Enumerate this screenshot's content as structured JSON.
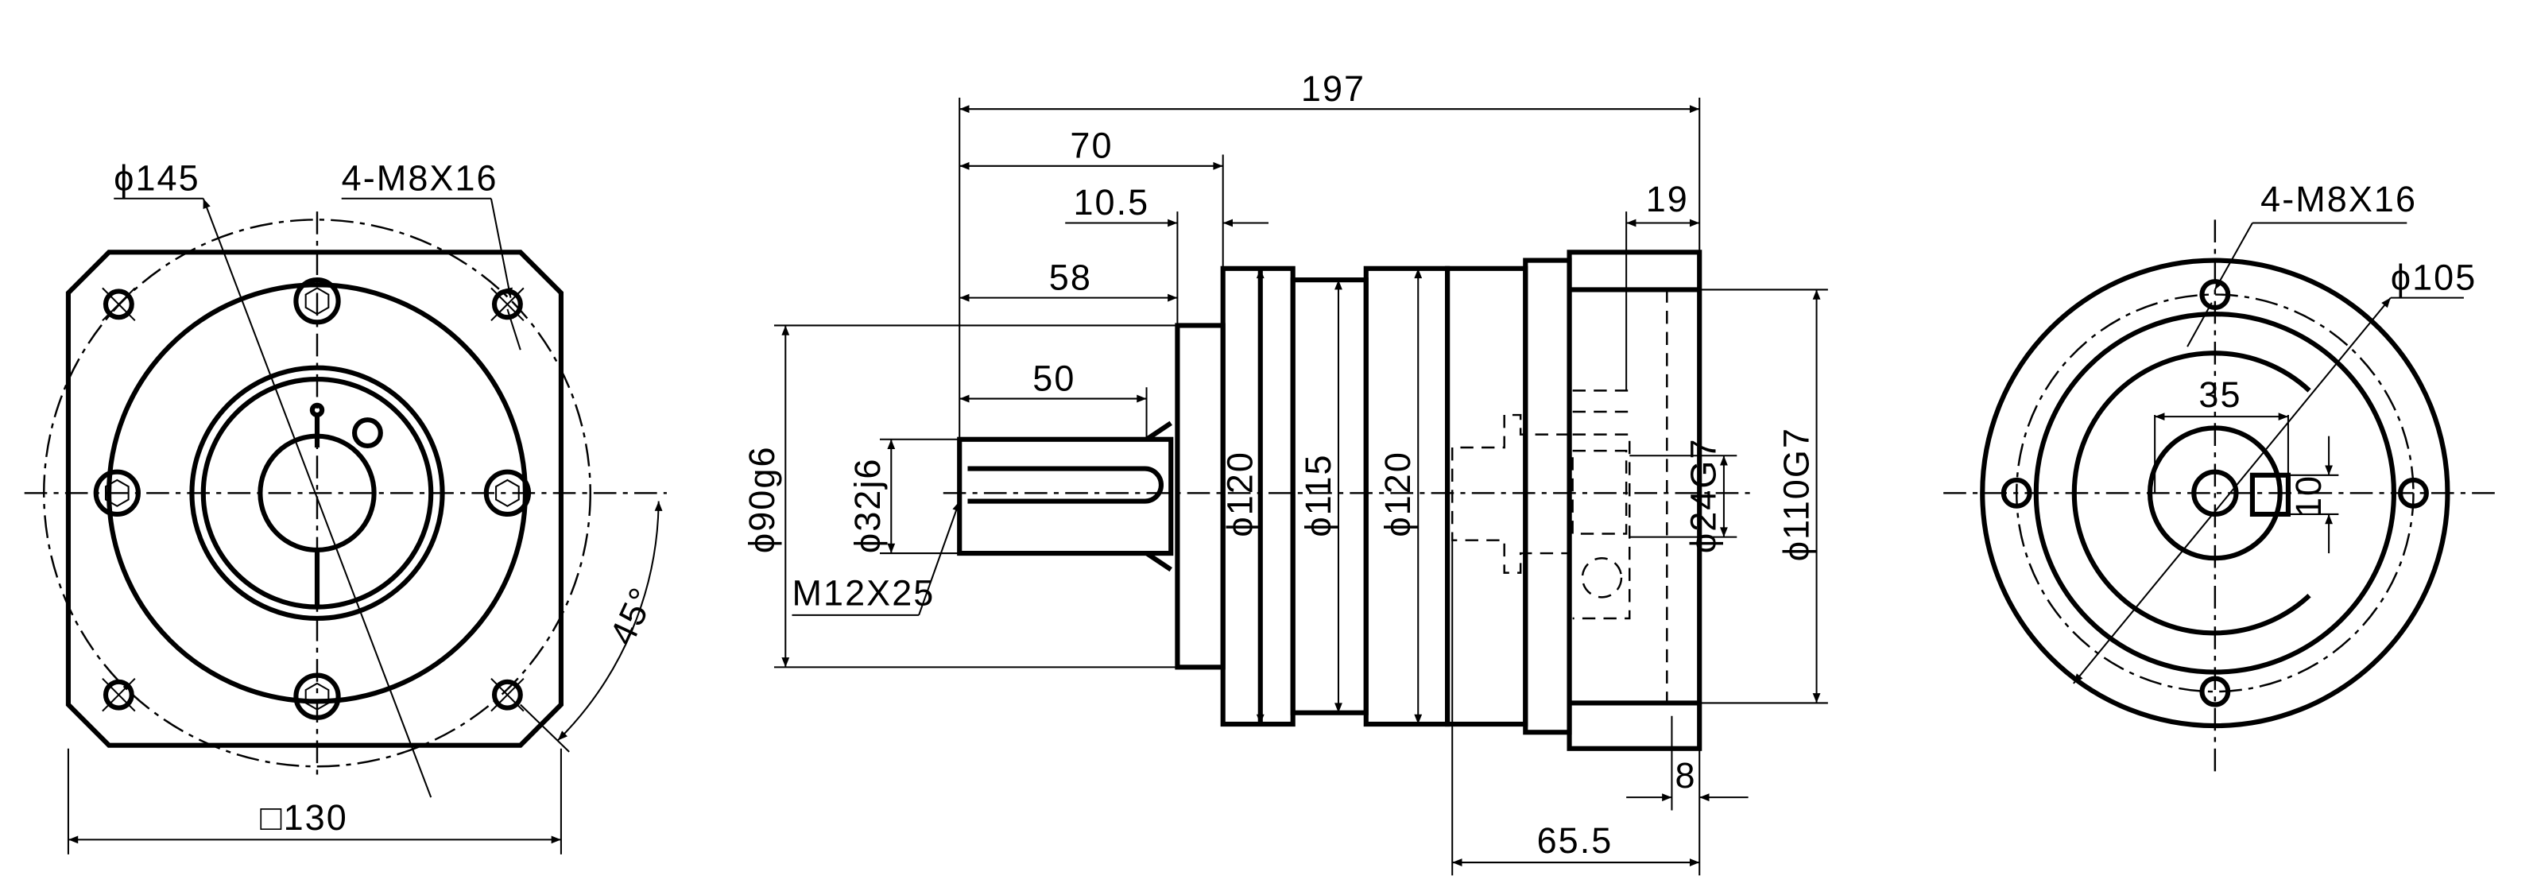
{
  "title": "Planetary gearbox dimension drawing",
  "front_view": {
    "bolt_circle": "ϕ145",
    "thread_callout": "4-M8X16",
    "flange_square": "□130",
    "angle": "45°"
  },
  "side_view": {
    "overall_length": "197",
    "shaft_to_flange": "70",
    "pilot_length": "10.5",
    "shaft_length": "58",
    "key_length": "50",
    "input_flange_depth": "19",
    "pilot_diameter": "ϕ90g6",
    "shaft_diameter": "ϕ32j6",
    "center_thread": "M12X25",
    "body_diameter_1": "ϕ120",
    "groove_diameter": "ϕ115",
    "body_diameter_2": "ϕ120",
    "input_bore": "ϕ24G7",
    "input_pilot": "ϕ110G7",
    "recess_depth": "8",
    "input_section_length": "65.5"
  },
  "rear_view": {
    "thread_callout": "4-M8X16",
    "bolt_circle": "ϕ105",
    "clamp_offset": "35",
    "slot_width": "10"
  }
}
